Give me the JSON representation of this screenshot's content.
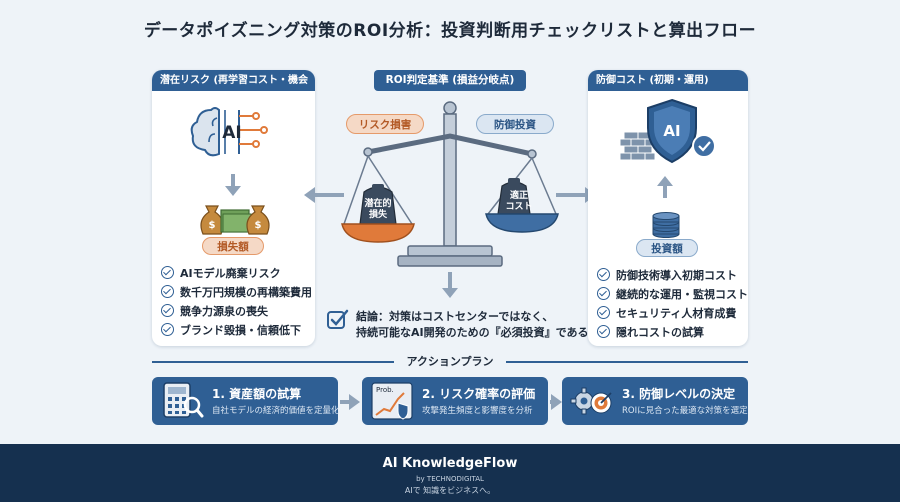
{
  "title": "データポイズニング対策のROI分析：投資判断用チェックリストと算出フロー",
  "left_panel": {
    "header": "潜在リスク (再学習コスト・機会損失)",
    "icon_label": "AI",
    "badge": "損失額",
    "items": [
      "AIモデル廃棄リスク",
      "数千万円規模の再構築費用",
      "競争力源泉の喪失",
      "ブランド毀損・信頼低下"
    ]
  },
  "center_panel": {
    "header": "ROI判定基準 (損益分岐点)",
    "risk_badge": "リスク損害",
    "defense_badge": "防御投資",
    "left_weight": "潜在的\n損失",
    "right_weight": "適正\nコスト",
    "conclusion_line1": "結論：対策はコストセンターではなく、",
    "conclusion_line2": "持続可能なAI開発のための『必須投資』である。"
  },
  "right_panel": {
    "header": "防御コスト (初期・運用)",
    "icon_label": "AI",
    "badge": "投資額",
    "items": [
      "防御技術導入初期コスト",
      "継続的な運用・監視コスト",
      "セキュリティ人材育成費",
      "隠れコストの試算"
    ]
  },
  "action_plan": {
    "label": "アクションプラン",
    "steps": [
      {
        "title": "1. 資産額の試算",
        "sub": "自社モデルの経済的価値を定量化"
      },
      {
        "title": "2. リスク確率の評価",
        "sub": "攻撃発生頻度と影響度を分析",
        "icon_text": "Prob."
      },
      {
        "title": "3. 防御レベルの決定",
        "sub": "ROIに見合った最適な対策を選定"
      }
    ]
  },
  "footer": {
    "brand": "AI KnowledgeFlow",
    "by": "by TECHNODIGITAL",
    "tagline": "AIで 知識をビジネスへ。"
  },
  "colors": {
    "primary": "#2f5f94",
    "accent_orange": "#e07a3a",
    "footer_bg": "#15304f",
    "background": "#eef3f8"
  }
}
